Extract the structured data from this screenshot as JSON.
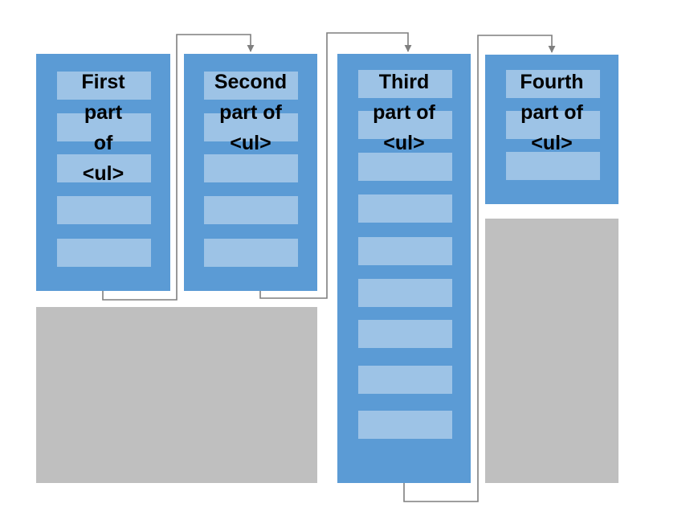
{
  "colors": {
    "column": "#5b9bd5",
    "item": "#9dc3e6",
    "gray_block": "#bfbfbf",
    "connector": "#7f7f7f",
    "text": "#000000"
  },
  "columns": [
    {
      "label_lines": [
        "First",
        "part",
        "of",
        "<ul>"
      ],
      "item_count": 5
    },
    {
      "label_lines": [
        "Second",
        "part of",
        "<ul>"
      ],
      "item_count": 5
    },
    {
      "label_lines": [
        "Third",
        "part of",
        "<ul>"
      ],
      "item_count": 9
    },
    {
      "label_lines": [
        "Fourth",
        "part of",
        "<ul>"
      ],
      "item_count": 3
    }
  ]
}
